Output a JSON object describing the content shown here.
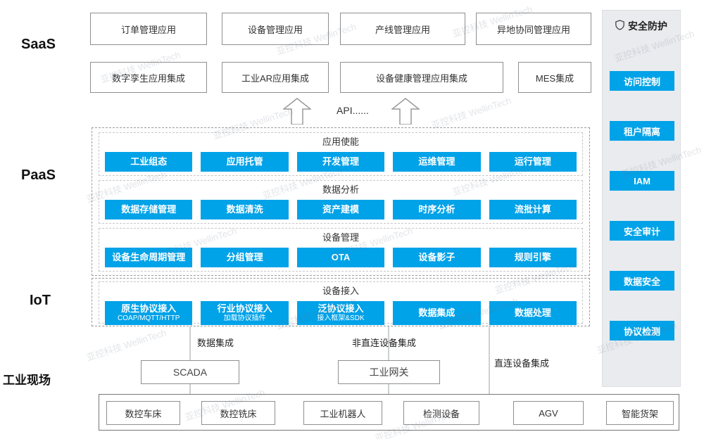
{
  "watermark": "亚控科技 WellinTech",
  "colors": {
    "accent": "#00a2e8",
    "panel_bg": "#e9ebee"
  },
  "saas": {
    "label": "SaaS",
    "row1": [
      "订单管理应用",
      "设备管理应用",
      "产线管理应用",
      "异地协同管理应用"
    ],
    "row2": [
      "数字孪生应用集成",
      "工业AR应用集成",
      "设备健康管理应用集成",
      "MES集成"
    ]
  },
  "api": {
    "label": "API......"
  },
  "paas": {
    "label": "PaaS",
    "sections": [
      {
        "title": "应用使能",
        "items": [
          "工业组态",
          "应用托管",
          "开发管理",
          "运维管理",
          "运行管理"
        ]
      },
      {
        "title": "数据分析",
        "items": [
          "数据存储管理",
          "数据清洗",
          "资产建模",
          "时序分析",
          "流批计算"
        ]
      },
      {
        "title": "设备管理",
        "items": [
          "设备生命周期管理",
          "分组管理",
          "OTA",
          "设备影子",
          "规则引擎"
        ]
      }
    ]
  },
  "iot": {
    "label": "IoT",
    "section": {
      "title": "设备接入",
      "items": [
        {
          "title": "原生协议接入",
          "subtitle": "COAP/MQTT/HTTP"
        },
        {
          "title": "行业协议接入",
          "subtitle": "加载协议插件"
        },
        {
          "title": "泛协议接入",
          "subtitle": "接入框架&SDK"
        },
        {
          "title": "数据集成",
          "subtitle": ""
        },
        {
          "title": "数据处理",
          "subtitle": ""
        }
      ]
    }
  },
  "field": {
    "label": "工业现场",
    "edge_labels": {
      "scada": "数据集成",
      "gateway": "非直连设备集成",
      "direct": "直连设备集成"
    },
    "nodes": {
      "scada": "SCADA",
      "gateway": "工业网关"
    },
    "devices": [
      "数控车床",
      "数控铣床",
      "工业机器人",
      "检测设备",
      "AGV",
      "智能货架"
    ]
  },
  "security": {
    "title": "安全防护",
    "items": [
      "访问控制",
      "租户隔离",
      "IAM",
      "安全审计",
      "数据安全",
      "协议检测"
    ]
  }
}
